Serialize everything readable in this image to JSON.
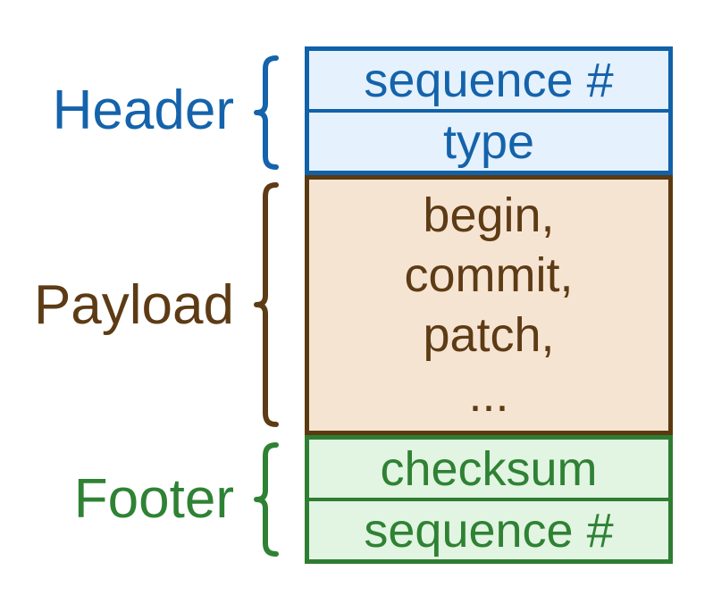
{
  "sections": [
    {
      "label": "Header",
      "cells": [
        "sequence #",
        "type"
      ],
      "colors": {
        "border": "#1161A8",
        "fill": "#E5F1FC",
        "text": "#1463AB"
      }
    },
    {
      "label": "Payload",
      "lines": [
        "begin,",
        "commit,",
        "patch,",
        "..."
      ],
      "colors": {
        "border": "#5B3A11",
        "fill": "#F6E4D3",
        "text": "#5D3B14"
      }
    },
    {
      "label": "Footer",
      "cells": [
        "checksum",
        "sequence #"
      ],
      "colors": {
        "border": "#2E7D32",
        "fill": "#E2F4E2",
        "text": "#2F8234"
      }
    }
  ]
}
